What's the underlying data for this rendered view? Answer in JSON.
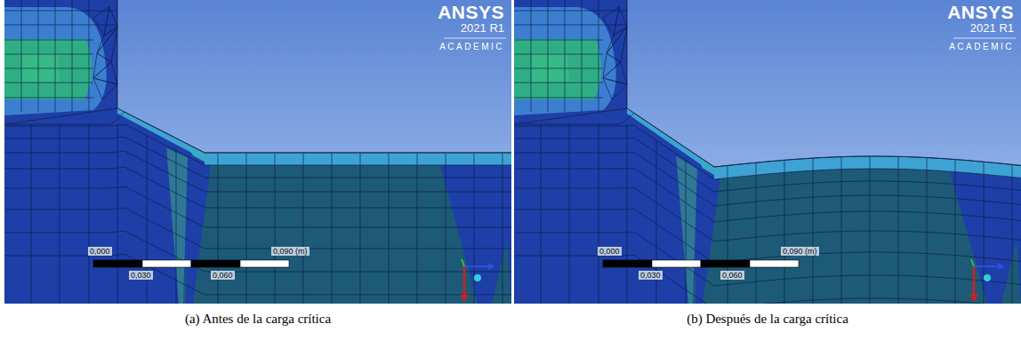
{
  "diagram": {
    "labels": [
      "ANSYS",
      "2021 R1",
      "ACADEMIC",
      "0,000",
      "0,030",
      "0,060",
      "0,090 (m)",
      "(a) Antes de la carga crítica",
      "ANSYS",
      "2021 R1",
      "ACADEMIC",
      "0,000",
      "0,030",
      "0,060",
      "0,090 (m)",
      "(b) Después de la carga crítica"
    ]
  }
}
